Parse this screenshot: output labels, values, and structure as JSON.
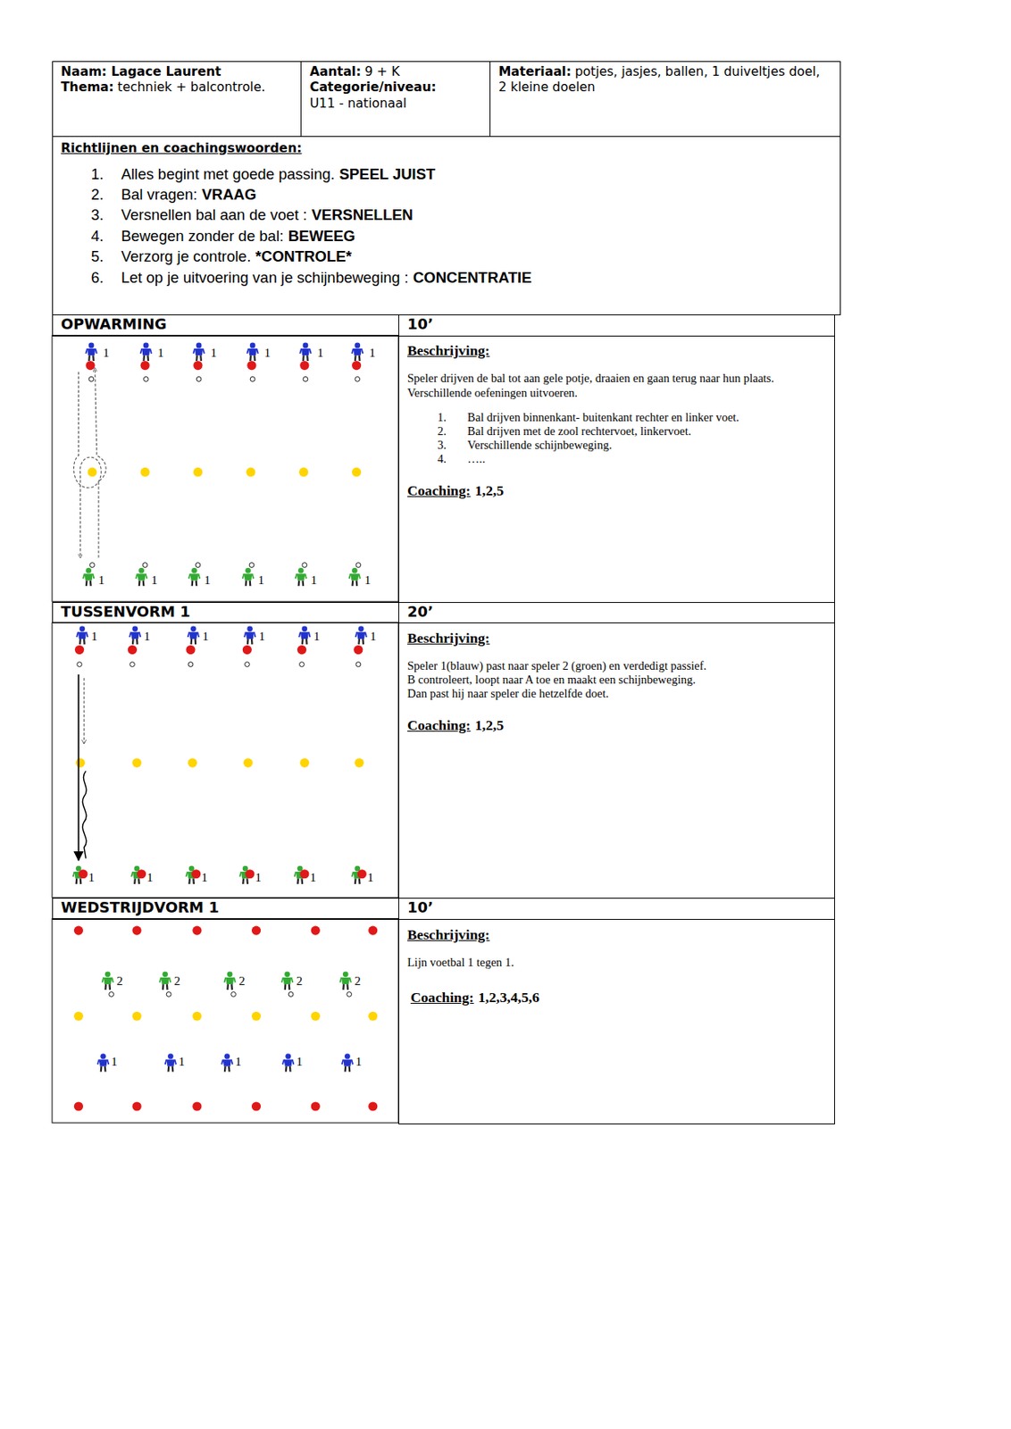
{
  "diagram": {
    "nodes": [
      {
        "text": [
          "Naam: Lagace Laurent",
          "Thema:",
          "techniek + balcontrole."
        ]
      },
      {
        "text": [
          "Aantal:",
          "9 + K",
          "Categorie/niveau:",
          "U11 - nationaal"
        ]
      },
      {
        "text": [
          "Materiaal:",
          "potjes, jasjes, ballen, 1 duiveltjes doel, 2 kleine doelen"
        ]
      },
      {
        "text": [
          "Richtlijnen en coachingswoorden:",
          "1.",
          "Alles begint met goede passing.",
          "SPEEL JUIST",
          "2.",
          "Bal vragen:",
          "VRAAG",
          "3.",
          "Versnellen bal aan de voet :",
          "VERSNELLEN",
          "4.",
          "Bewegen zonder de bal:",
          "BEWEEG",
          "5.",
          "Verzorg je controle.",
          "*CONTROLE*",
          "6.",
          "Let op je uitvoering van je schijnbeweging :",
          "CONCENTRATIE"
        ]
      },
      {
        "text": [
          "OPWARMING"
        ]
      },
      {
        "text": [
          "10’"
        ]
      },
      {
        "text": [
          "Beschrijving:",
          "Speler drijven de bal tot aan gele potje, draaien en gaan terug naar hun plaats.",
          "Verschillende oefeningen uitvoeren.",
          "1.",
          "Bal drijven binnenkant- buitenkant rechter en linker voet.",
          "2.",
          "Bal drijven met de zool rechtervoet, linkervoet.",
          "3.",
          "Verschillende schijnbeweging.",
          "4.",
          "…..",
          "Coaching:",
          "1,2,5"
        ]
      },
      {
        "text": [
          "TUSSENVORM 1"
        ]
      },
      {
        "text": [
          "20’"
        ]
      },
      {
        "text": [
          "Beschrijving:",
          "Speler 1(blauw) past naar speler 2 (groen) en verdedigt passief.",
          "B controleert, loopt naar A toe en maakt een schijnbeweging.",
          "Dan past hij naar speler die hetzelfde doet.",
          "Coaching:",
          "1,2,5"
        ]
      },
      {
        "text": [
          "WEDSTRIJDVORM 1"
        ]
      },
      {
        "text": [
          "10’"
        ]
      },
      {
        "text": [
          "Beschrijving:",
          "Lijn voetbal 1 tegen 1.",
          "Coaching:",
          "1,2,3,4,5,6"
        ]
      }
    ],
    "labels": [
      "1",
      "1",
      "1",
      "1",
      "1",
      "1",
      "1",
      "1",
      "1",
      "1",
      "1",
      "1",
      "1",
      "1",
      "1",
      "1",
      "1",
      "1",
      "1",
      "1",
      "1",
      "1",
      "1",
      "1",
      "2",
      "2",
      "2",
      "2",
      "2",
      "1",
      "1",
      "1",
      "1",
      "1"
    ]
  }
}
